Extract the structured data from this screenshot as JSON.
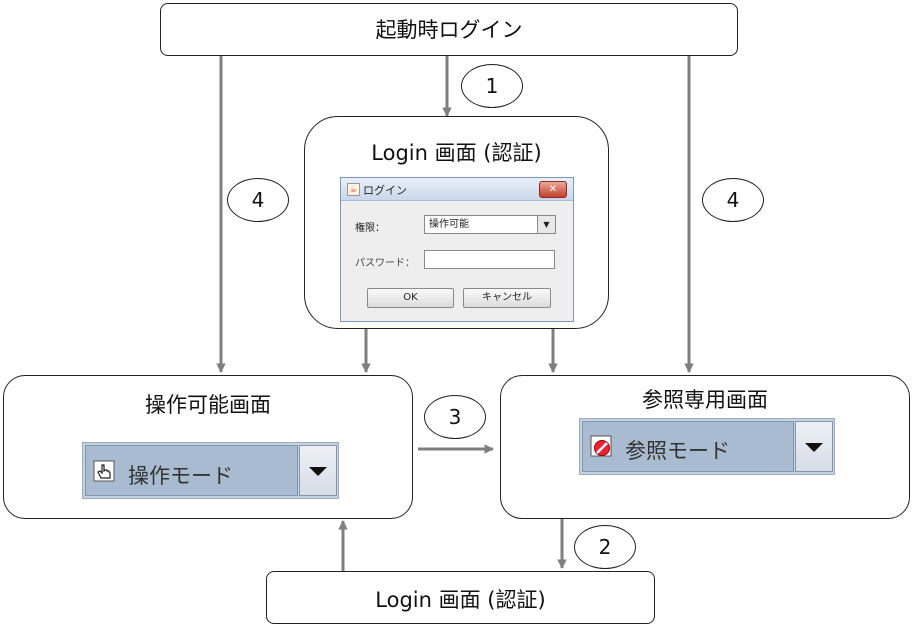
{
  "nodes": {
    "startup_login": "起動時ログイン",
    "login_auth": "Login 画面 (認証)",
    "operable": "操作可能画面",
    "readonly": "参照専用画面",
    "login_auth_bottom": "Login 画面 (認証)"
  },
  "steps": {
    "one": "1",
    "two": "2",
    "three": "3",
    "four_left": "4",
    "four_right": "4"
  },
  "login_dialog": {
    "title": "ログイン",
    "permission_label": "権限：",
    "permission_value": "操作可能",
    "password_label": "パスワード：",
    "password_value": "",
    "ok_label": "OK",
    "cancel_label": "キャンセル"
  },
  "mode_dropdowns": {
    "operate_mode": "操作モード",
    "reference_mode": "参照モード"
  },
  "colors": {
    "arrow": "#7f7f7f",
    "border": "#222222"
  }
}
